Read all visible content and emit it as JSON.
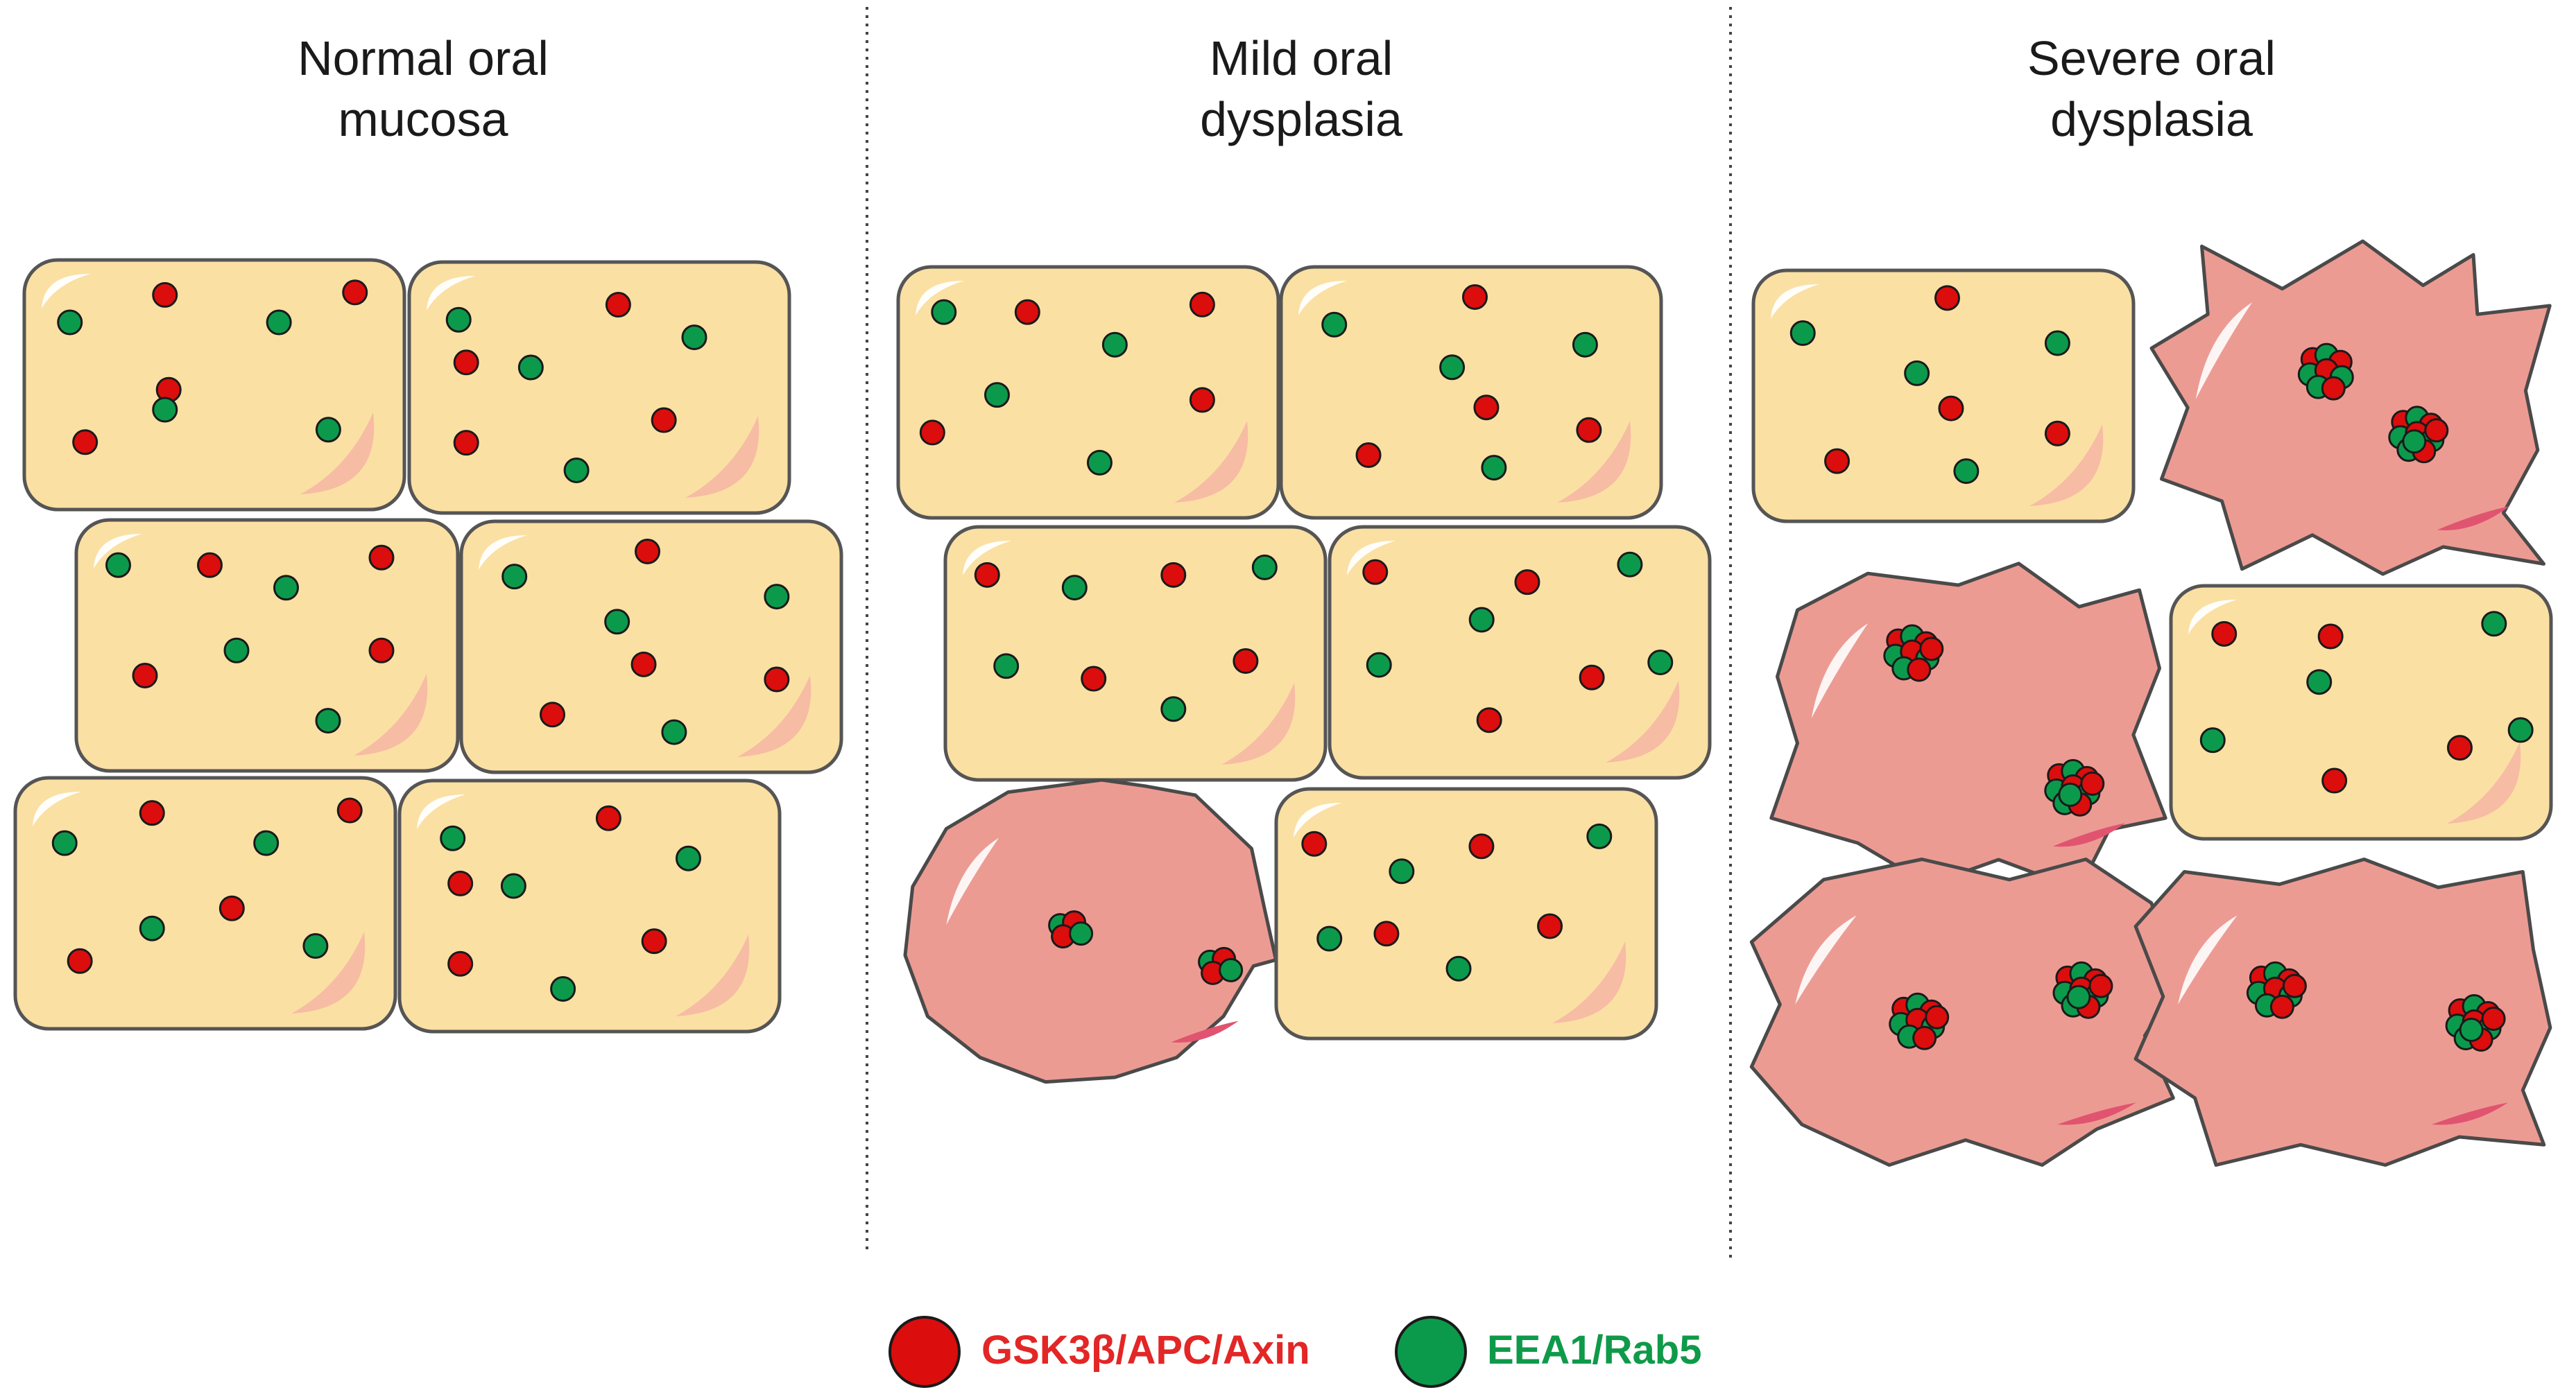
{
  "panels": [
    {
      "title_line1": "Normal oral",
      "title_line2": "mucosa"
    },
    {
      "title_line1": "Mild oral",
      "title_line2": "dysplasia"
    },
    {
      "title_line1": "Severe oral",
      "title_line2": "dysplasia"
    }
  ],
  "legend": {
    "gsk_label": "GSK3β/APC/Axin",
    "eea_label": "EEA1/Rab5"
  },
  "colors": {
    "normal_cell_fill": "#fbe0a4",
    "normal_cell_stroke": "#555555",
    "dysplastic_cell_fill": "#ec9b93",
    "gsk_dot": "#dc0d0d",
    "eea_dot": "#0b9a4c",
    "gsk_text": "#e32626",
    "eea_text": "#0f9a4a"
  }
}
